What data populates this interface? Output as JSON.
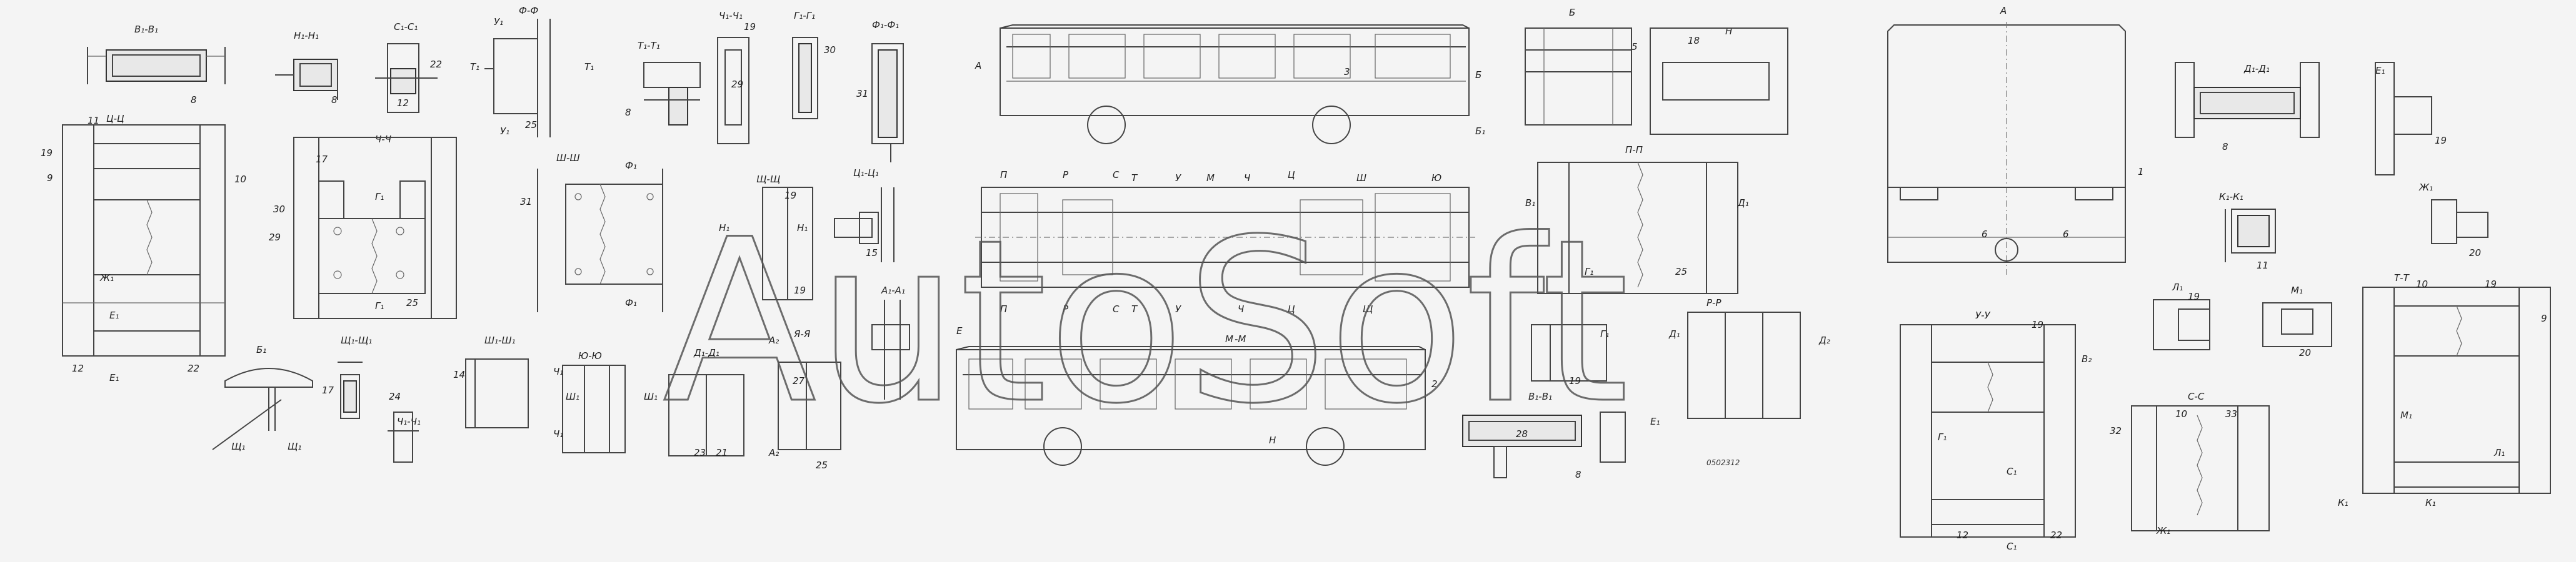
{
  "watermark": "AutoSoft",
  "drawing_code": "0502312",
  "sections": [
    {
      "name": "section-v1",
      "label": "В₁-В₁",
      "items": [
        "8"
      ]
    },
    {
      "name": "section-n1",
      "label": "Н₁-Н₁",
      "items": [
        "8"
      ]
    },
    {
      "name": "section-s1",
      "label": "С₁-С₁",
      "items": [
        "22",
        "12"
      ]
    },
    {
      "name": "section-f",
      "label": "Ф-Ф",
      "items": [
        "25"
      ]
    },
    {
      "name": "section-t1",
      "label": "Т₁-Т₁",
      "items": [
        "8"
      ]
    },
    {
      "name": "section-ch1",
      "label": "Ч₁-Ч₁",
      "items": [
        "29",
        "19"
      ]
    },
    {
      "name": "section-g1",
      "label": "Г₁-Г₁",
      "items": [
        "30"
      ]
    },
    {
      "name": "section-f1",
      "label": "Ф₁-Ф₁",
      "items": [
        "31"
      ]
    },
    {
      "name": "section-ts",
      "label": "Ц-Ц",
      "items": [
        "11",
        "19",
        "9",
        "10",
        "12",
        "22"
      ]
    },
    {
      "name": "section-ch",
      "label": "Ч-Ч",
      "items": [
        "17",
        "30",
        "29",
        "25"
      ]
    },
    {
      "name": "section-sh",
      "label": "Ш-Ш",
      "items": [
        "31"
      ]
    },
    {
      "name": "section-shch",
      "label": "Щ-Щ",
      "items": [
        "19",
        "19"
      ]
    },
    {
      "name": "section-ts1",
      "label": "Ц₁-Ц₁",
      "items": [
        "15"
      ]
    },
    {
      "name": "section-a1",
      "label": "А₁-А₁",
      "items": []
    },
    {
      "name": "section-b1",
      "label": "Б₁",
      "items": [
        "17"
      ]
    },
    {
      "name": "section-shch1",
      "label": "Щ₁-Щ₁",
      "items": [
        "24"
      ]
    },
    {
      "name": "section-ch2",
      "label": "Ч₁-Ч₁",
      "items": []
    },
    {
      "name": "section-sh1",
      "label": "Ш₁-Ш₁",
      "items": [
        "14"
      ]
    },
    {
      "name": "section-yu",
      "label": "Ю-Ю",
      "items": []
    },
    {
      "name": "section-d1",
      "label": "Д₁-Д₁",
      "items": [
        "23",
        "21"
      ]
    },
    {
      "name": "section-ya",
      "label": "Я-Я",
      "items": [
        "27",
        "25"
      ]
    },
    {
      "name": "section-p",
      "label": "П-П",
      "items": [
        "25"
      ]
    },
    {
      "name": "section-r",
      "label": "Р-Р",
      "items": []
    },
    {
      "name": "section-v1b",
      "label": "В₁-В₁",
      "items": [
        "28",
        "8",
        "19"
      ]
    },
    {
      "name": "section-u",
      "label": "У-У",
      "items": [
        "19",
        "12",
        "22"
      ]
    },
    {
      "name": "section-d1b",
      "label": "Д₁-Д₁",
      "items": [
        "8"
      ]
    },
    {
      "name": "section-e1",
      "label": "Е₁",
      "items": [
        "19"
      ]
    },
    {
      "name": "section-k1",
      "label": "К₁-К₁",
      "items": [
        "11"
      ]
    },
    {
      "name": "section-zh1",
      "label": "Ж₁",
      "items": [
        "20"
      ]
    },
    {
      "name": "section-l1",
      "label": "Л₁",
      "items": [
        "19"
      ]
    },
    {
      "name": "section-m1",
      "label": "М₁",
      "items": [
        "20"
      ]
    },
    {
      "name": "section-s",
      "label": "С-С",
      "items": [
        "32",
        "10",
        "33"
      ]
    },
    {
      "name": "section-t",
      "label": "Т-Т",
      "items": [
        "10",
        "19",
        "9"
      ]
    }
  ],
  "views": {
    "side_top_label": "3",
    "side_bottom_label": "2",
    "plan_view_label": "М",
    "rear_view_label": "А",
    "rear_view_item": "1",
    "rear_view_items": [
      "6",
      "6"
    ],
    "front_view_label": "Б",
    "front_view_items": [
      "5",
      "18"
    ],
    "section_h_label": "Н"
  }
}
